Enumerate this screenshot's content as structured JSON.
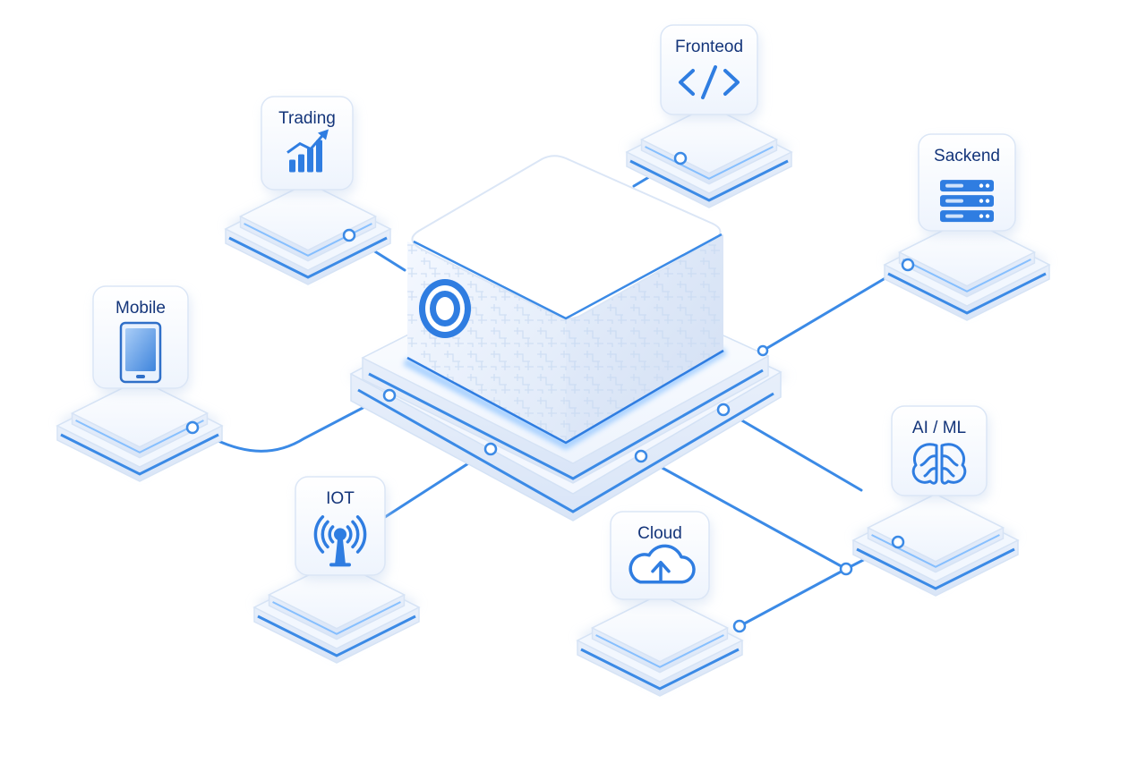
{
  "colors": {
    "accent": "#2f7de1",
    "accent_glow": "#6fb4ff",
    "label": "#14357a",
    "tile_face": "#ffffff",
    "tile_side": "#e3ecfa"
  },
  "hub": {
    "emblem": "ring-emblem-icon"
  },
  "nodes": [
    {
      "id": "trading",
      "label": "Trading",
      "icon": "trending-chart-icon"
    },
    {
      "id": "frontend",
      "label": "Fronteod",
      "icon": "code-brackets-icon"
    },
    {
      "id": "backend",
      "label": "Sackend",
      "icon": "server-stack-icon"
    },
    {
      "id": "mobile",
      "label": "Mobile",
      "icon": "smartphone-icon"
    },
    {
      "id": "iot",
      "label": "IOT",
      "icon": "antenna-signal-icon"
    },
    {
      "id": "cloud",
      "label": "Cloud",
      "icon": "cloud-upload-icon"
    },
    {
      "id": "aiml",
      "label": "AI / ML",
      "icon": "brain-icon"
    }
  ]
}
